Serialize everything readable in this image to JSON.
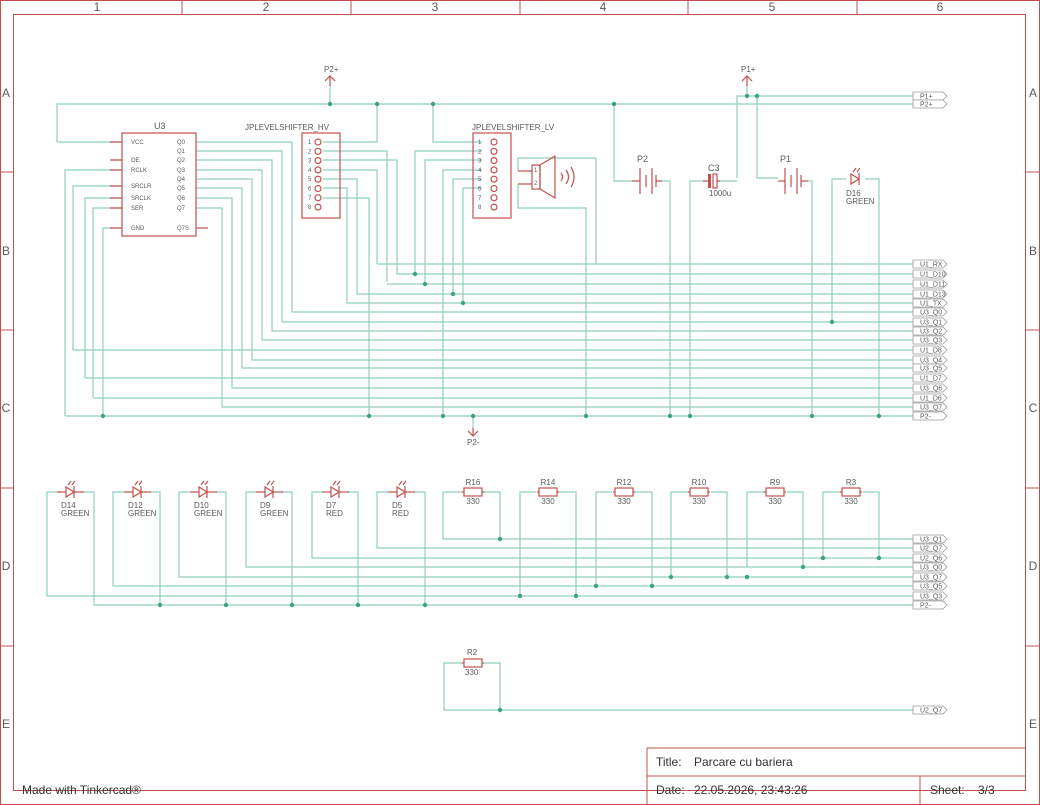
{
  "grid": {
    "columns": [
      "1",
      "2",
      "3",
      "4",
      "5",
      "6"
    ],
    "rows": [
      "A",
      "B",
      "C",
      "D",
      "E"
    ]
  },
  "title_block": {
    "title_label": "Title:",
    "title_value": "Parcare cu bariera",
    "date_label": "Date:",
    "date_value": "22.05.2026, 23:43:26",
    "sheet_label": "Sheet:",
    "sheet_value": "3/3"
  },
  "footer": {
    "made_with": "Made with Tinkercad®"
  },
  "power": {
    "p2_plus": "P2+",
    "p1_plus": "P1+",
    "p2_minus": "P2-"
  },
  "u3": {
    "name": "U3",
    "left_pins": [
      "VCC",
      "OE",
      "RCLK",
      "",
      "SRCLR",
      "SRCLK",
      "SER",
      "",
      "GND"
    ],
    "right_pins": [
      "Q0",
      "Q1",
      "Q2",
      "Q3",
      "Q4",
      "Q5",
      "Q6",
      "Q7",
      "",
      "Q7S"
    ]
  },
  "shifters": {
    "hv": "JPLEVELSHIFTER_HV",
    "lv": "JPLEVELSHIFTER_LV",
    "pins": [
      "1",
      "2",
      "3",
      "4",
      "5",
      "6",
      "7",
      "8"
    ]
  },
  "parts": {
    "p2": "P2",
    "c3": "C3",
    "c3_value": "1000u",
    "p1": "P1",
    "d16": "D16",
    "d16_color": "GREEN",
    "speaker_pins": [
      "1",
      "2"
    ]
  },
  "leds": [
    {
      "ref": "D14",
      "color": "GREEN"
    },
    {
      "ref": "D12",
      "color": "GREEN"
    },
    {
      "ref": "D10",
      "color": "GREEN"
    },
    {
      "ref": "D9",
      "color": "GREEN"
    },
    {
      "ref": "D7",
      "color": "RED"
    },
    {
      "ref": "D5",
      "color": "RED"
    }
  ],
  "resistors": [
    {
      "ref": "R16",
      "value": "330"
    },
    {
      "ref": "R14",
      "value": "330"
    },
    {
      "ref": "R12",
      "value": "330"
    },
    {
      "ref": "R10",
      "value": "330"
    },
    {
      "ref": "R9",
      "value": "330"
    },
    {
      "ref": "R3",
      "value": "330"
    }
  ],
  "r2": {
    "ref": "R2",
    "value": "330"
  },
  "top_net_labels": [
    "P1+",
    "P2+"
  ],
  "mid_net_labels": [
    "U1_RX",
    "U1_D10",
    "U1_D11",
    "U1_D13",
    "U1_TX",
    "U3_Q0",
    "U3_Q1",
    "U3_Q2",
    "U3_Q3",
    "U1_D8",
    "U3_Q4",
    "U3_Q5",
    "U1_D7",
    "U3_Q6",
    "U1_D6",
    "U3_Q7",
    "P2-"
  ],
  "low_net_labels": [
    "U3_Q1",
    "U2_Q7",
    "U2_Q6",
    "U3_Q0",
    "U3_Q7",
    "U3_Q5",
    "U3_Q3",
    "P2-"
  ],
  "bottom_net_labels": [
    "U2_Q7"
  ]
}
